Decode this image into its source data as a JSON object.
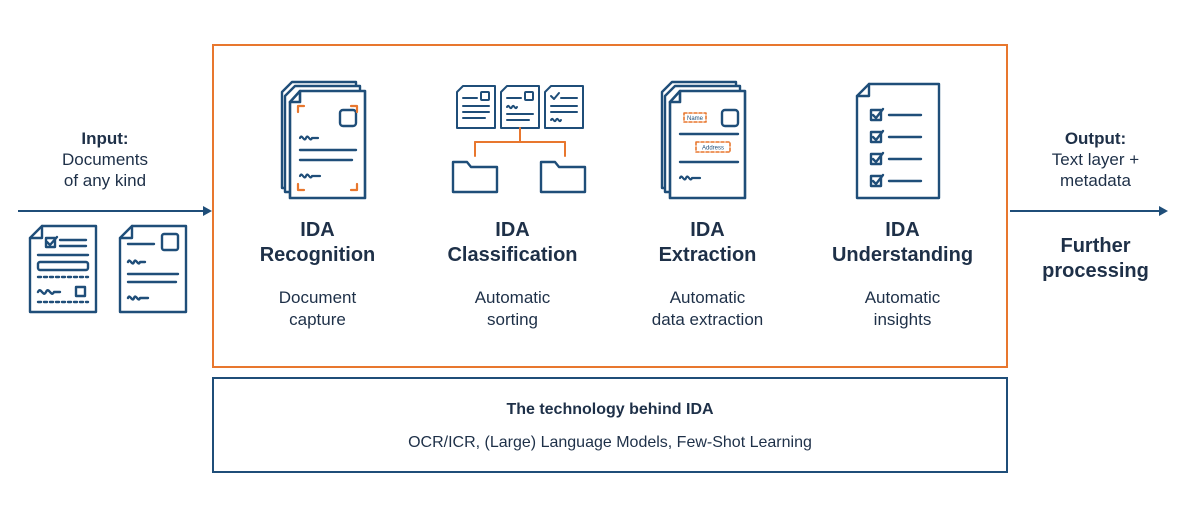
{
  "input": {
    "title": "Input:",
    "line1": "Documents",
    "line2": "of any kind"
  },
  "output": {
    "title": "Output:",
    "line1": "Text layer +",
    "line2": "metadata"
  },
  "further": {
    "line1": "Further",
    "line2": "processing"
  },
  "stages": [
    {
      "line1": "IDA",
      "line2": "Recognition",
      "desc1": "Document",
      "desc2": "capture",
      "icon": "recognition-document-stack-icon"
    },
    {
      "line1": "IDA",
      "line2": "Classification",
      "desc1": "Automatic",
      "desc2": "sorting",
      "icon": "classification-folders-icon"
    },
    {
      "line1": "IDA",
      "line2": "Extraction",
      "desc1": "Automatic",
      "desc2": "data extraction",
      "icon": "extraction-document-icon"
    },
    {
      "line1": "IDA",
      "line2": "Understanding",
      "desc1": "Automatic",
      "desc2": "insights",
      "icon": "checklist-icon"
    }
  ],
  "extraction_icon_labels": {
    "name": "Name",
    "address": "Address"
  },
  "technology": {
    "title": "The technology behind IDA",
    "subtitle": "OCR/ICR, (Large) Language Models, Few-Shot Learning"
  },
  "colors": {
    "navy": "#1f4e79",
    "orange": "#e8772e",
    "text": "#1e3048"
  }
}
